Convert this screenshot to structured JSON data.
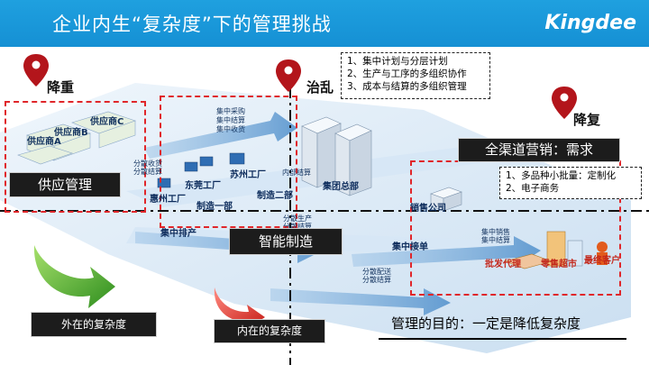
{
  "header": {
    "title": "企业内生“复杂度”下的管理挑战",
    "brand": "Kingdee"
  },
  "pins": {
    "left": "降重",
    "middle": "治乱",
    "right": "降复"
  },
  "notes": {
    "top_right": [
      "1、集中计划与分层计划",
      "2、生产与工序的多组织协作",
      "3、成本与结算的多组织管理"
    ],
    "right": [
      "1、多品种小批量：定制化",
      "2、电子商务"
    ]
  },
  "labels": {
    "supply": "供应管理",
    "manufacturing": "智能制造",
    "marketing": "全渠道营销：需求",
    "outer": "外在的复杂度",
    "inner": "内在的复杂度",
    "purpose": "管理的目的：一定是降低复杂度"
  },
  "map": {
    "supplier_c": "供应商C",
    "supplier_b": "供应商B",
    "supplier_a": "供应商A",
    "suzhou_factory": "苏州工厂",
    "dongguan_factory": "东莞工厂",
    "huizhou_factory": "惠州工厂",
    "mfg_one": "制造一部",
    "mfg_two": "制造二部",
    "group_hq": "集团总部",
    "sales_co": "销售公司",
    "central_sched": "集中排产",
    "central_order": "集中接单",
    "central_proc": [
      "集中采购",
      "集中结算",
      "集中收货"
    ],
    "dispersed_in": [
      "分散收货",
      "分散结算"
    ],
    "internal_settle": "内部结算",
    "dispersed_prod": [
      "分散生产",
      "分散结算"
    ],
    "dispersed_ship": [
      "分散配送",
      "分散结算"
    ],
    "central_sales": [
      "集中销售",
      "集中结算"
    ],
    "wholesale": "批发代理",
    "retail": "零售超市",
    "end_customer": "最终客户"
  },
  "colors": {
    "header": "#1590d4",
    "dashed": "#e0262a",
    "pin": "#b3151b"
  }
}
